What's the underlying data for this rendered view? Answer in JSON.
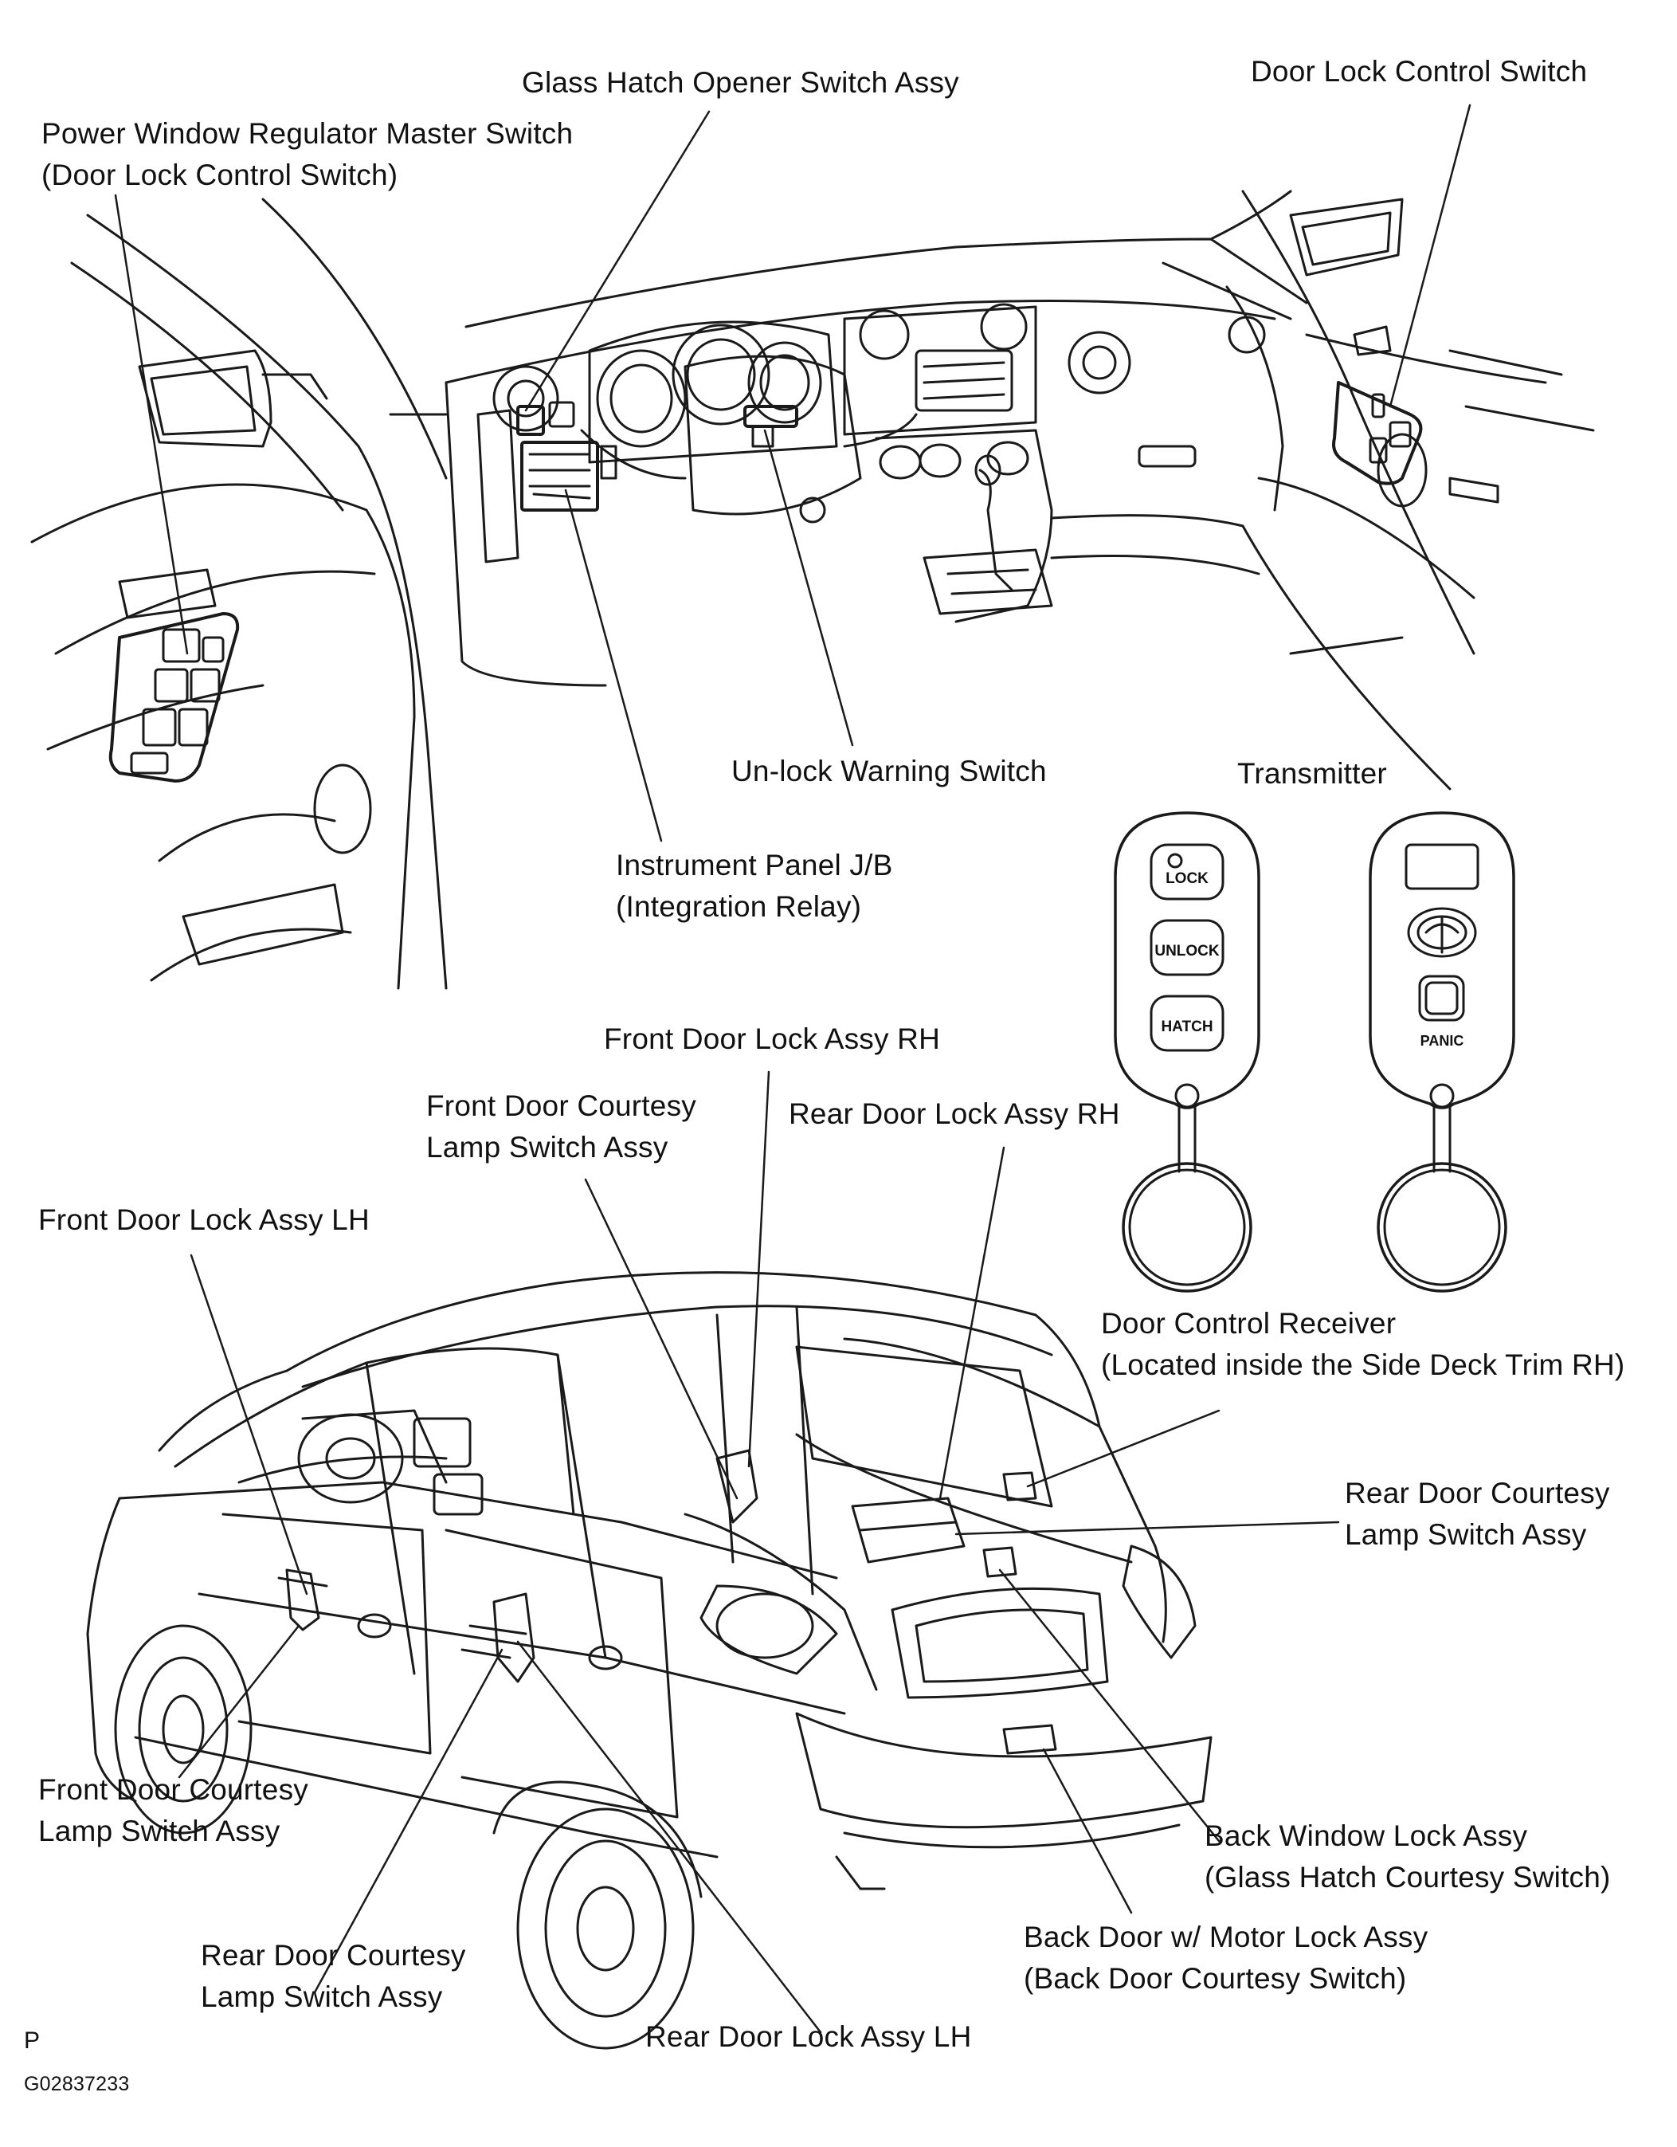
{
  "labels": {
    "glass_hatch_opener_switch": "Glass Hatch Opener Switch Assy",
    "door_lock_control_switch": "Door Lock Control Switch",
    "power_window_master_switch": [
      "Power Window Regulator Master Switch",
      "(Door Lock Control Switch)"
    ],
    "unlock_warning_switch": "Un-lock  Warning Switch",
    "transmitter": "Transmitter",
    "instrument_panel_jb": [
      "Instrument Panel J/B",
      "(Integration Relay)"
    ],
    "front_door_lock_rh": "Front Door Lock Assy RH",
    "front_door_courtesy_top": [
      "Front Door Courtesy",
      "Lamp Switch Assy"
    ],
    "rear_door_lock_rh": "Rear Door Lock Assy RH",
    "front_door_lock_lh": "Front Door Lock Assy LH",
    "door_control_receiver": [
      "Door Control Receiver",
      "(Located inside the Side Deck Trim RH)"
    ],
    "rear_door_courtesy_right": [
      "Rear Door Courtesy",
      "Lamp Switch Assy"
    ],
    "front_door_courtesy_bottom": [
      "Front Door Courtesy",
      "Lamp Switch Assy"
    ],
    "back_window_lock": [
      "Back Window Lock Assy",
      "(Glass Hatch Courtesy Switch)"
    ],
    "rear_door_courtesy_bottom": [
      "Rear Door Courtesy",
      "Lamp Switch Assy"
    ],
    "back_door_motor_lock": [
      "Back Door w/ Motor Lock Assy",
      "(Back Door Courtesy Switch)"
    ],
    "rear_door_lock_lh": "Rear Door Lock Assy LH"
  },
  "remote": {
    "lock": "LOCK",
    "unlock": "UNLOCK",
    "hatch": "HATCH",
    "panic": "PANIC"
  },
  "footer": {
    "letter": "P",
    "code": "G02837233"
  }
}
